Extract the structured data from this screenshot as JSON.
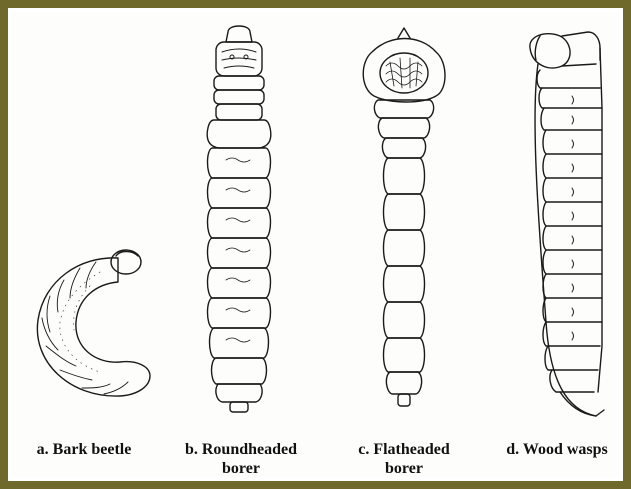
{
  "figure": {
    "captions": [
      {
        "id": "a",
        "lines": [
          "a. Bark beetle"
        ]
      },
      {
        "id": "b",
        "lines": [
          "b. Roundheaded",
          "borer"
        ]
      },
      {
        "id": "c",
        "lines": [
          "c. Flatheaded",
          "borer"
        ]
      },
      {
        "id": "d",
        "lines": [
          "d. Wood wasps"
        ]
      }
    ],
    "colors": {
      "frame": "#6f6a2c",
      "ink": "#1a1a1a",
      "background": "#ffffff"
    }
  }
}
